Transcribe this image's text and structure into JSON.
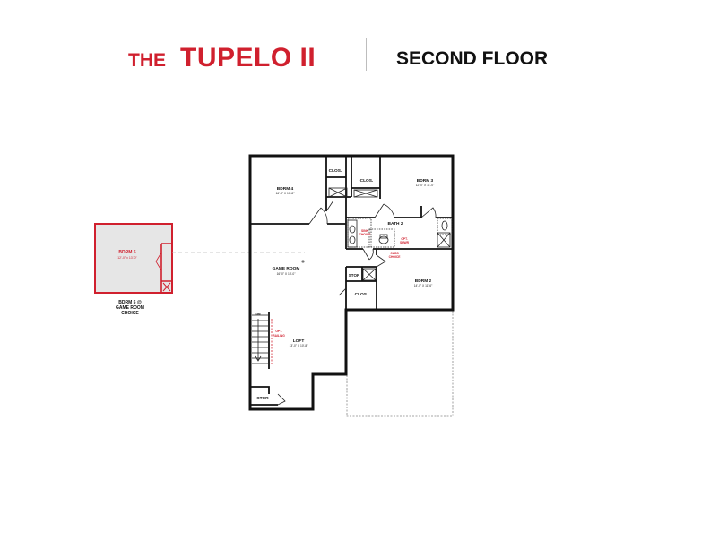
{
  "header": {
    "the": "THE",
    "model": "TUPELO II",
    "floor": "SECOND FLOOR"
  },
  "rooms": {
    "bdrm4": {
      "name": "BDRM 4",
      "dims": "16'-8\" X 10'-8\""
    },
    "bdrm3": {
      "name": "BDRM 3",
      "dims": "12'-0\" X 11'-0\""
    },
    "bdrm2": {
      "name": "BDRM 2",
      "dims": "14'-0\" X 11'-6\""
    },
    "bath2": {
      "name": "BATH 2"
    },
    "game_room": {
      "name": "GAME ROOM",
      "dims": "16'-0\" X 18'-0\""
    },
    "loft": {
      "name": "LOFT",
      "dims": "13'-0\" X 10'-8\""
    },
    "clos_a": {
      "name": "CLOS."
    },
    "clos_b": {
      "name": "CLOS."
    },
    "clos_c": {
      "name": "CLOS."
    },
    "stor_a": {
      "name": "STOR"
    },
    "stor_b": {
      "name": "STOR"
    },
    "bdrm5": {
      "name": "BDRM 5",
      "dims": "12'-0\" x 13'-0\""
    }
  },
  "notes": {
    "sink_choice": [
      "SINK",
      "CHOICE"
    ],
    "opt_shwr": [
      "OPT.",
      "SHWR"
    ],
    "cabs_choice": [
      "CABS",
      "CHOICE"
    ],
    "opt_railing": [
      "OPT.",
      "RAILING"
    ],
    "dn": "DN",
    "bdrm5_caption": [
      "BDRM 5 @",
      "GAME ROOM",
      "CHOICE"
    ]
  },
  "colors": {
    "accent": "#d0202e",
    "wall": "#111111",
    "option_fill": "#e6e6e6"
  }
}
